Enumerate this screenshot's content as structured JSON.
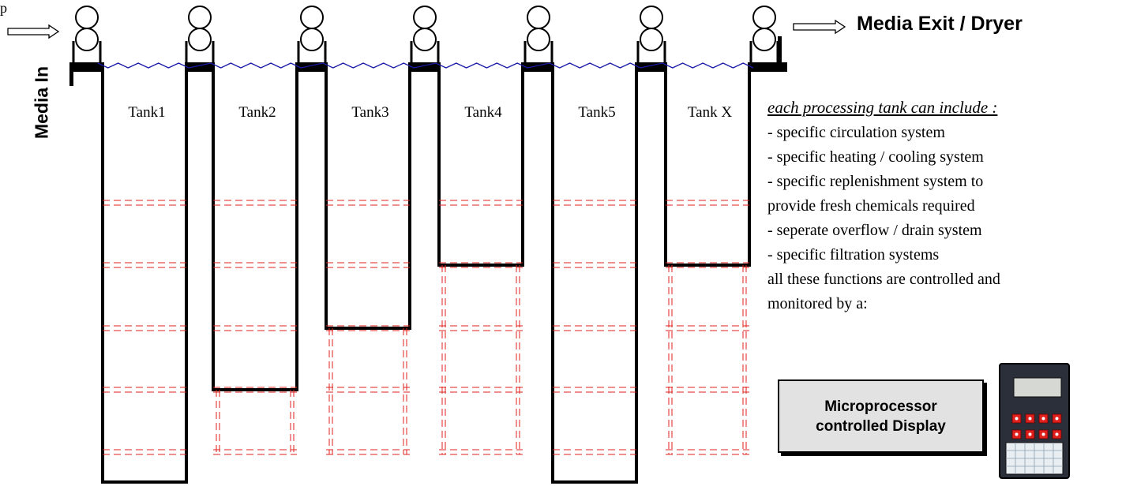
{
  "corner_text": "p",
  "media_in_label": "Media In",
  "media_exit_label": "Media Exit / Dryer",
  "tanks": [
    {
      "label": "Tank1",
      "depth_levels": 5
    },
    {
      "label": "Tank2",
      "depth_levels": 4
    },
    {
      "label": "Tank3",
      "depth_levels": 3
    },
    {
      "label": "Tank4",
      "depth_levels": 2
    },
    {
      "label": "Tank5",
      "depth_levels": 5
    },
    {
      "label": "Tank X",
      "depth_levels": 2
    }
  ],
  "notes": {
    "heading": "each processing tank can include :",
    "items": [
      "- specific circulation system",
      "- specific heating / cooling system",
      "- specific replenishment system to",
      "provide fresh chemicals  required",
      "- seperate overflow / drain system",
      "- specific filtration systems",
      "all these functions are controlled and",
      "monitored by a:"
    ]
  },
  "display_box": {
    "line1": "Microprocessor",
    "line2": "controlled Display"
  },
  "colors": {
    "tank_outline": "#000000",
    "level_dashed": "#e0201c",
    "media_path": "#1a1aa8",
    "keypad_button": "#e0201c",
    "panel_body": "#2b2f3a",
    "lcd": "#d6d8d4"
  }
}
